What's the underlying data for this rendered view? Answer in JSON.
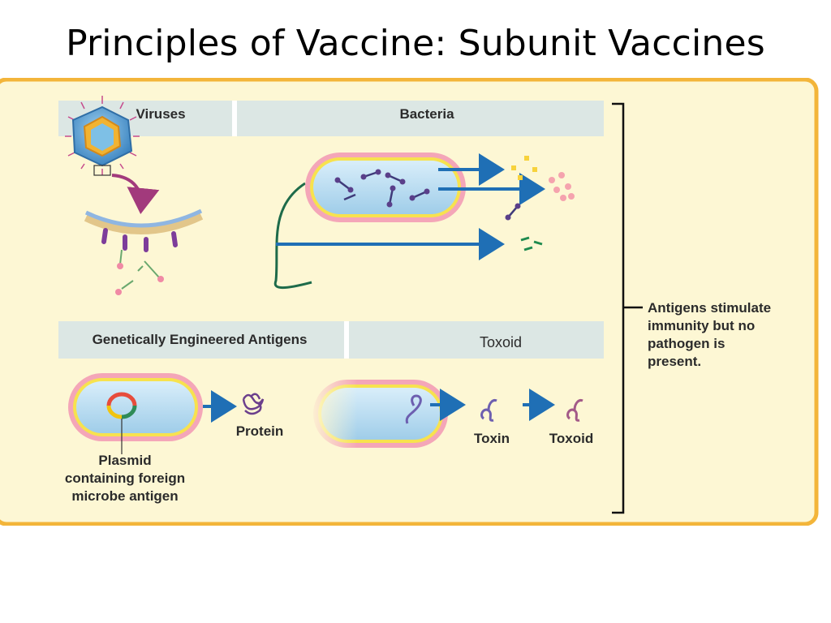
{
  "slide": {
    "title": "Principles of Vaccine: Subunit Vaccines"
  },
  "panels": {
    "viruses": "Viruses",
    "bacteria": "Bacteria",
    "genetically_engineered": "Genetically Engineered Antigens",
    "toxoid": "Toxoid"
  },
  "labels": {
    "protein": "Protein",
    "plasmid": [
      "Plasmid",
      "containing foreign",
      "microbe antigen"
    ],
    "toxin": "Toxin",
    "toxoid": "Toxoid"
  },
  "bracket_note": [
    "Antigens stimulate",
    "immunity but no",
    "pathogen is",
    "present."
  ],
  "colors": {
    "panel_background": "#fdf7d4",
    "panel_border": "#f3b53a",
    "header_bar": "#dce7e4",
    "arrow": "#1f6fb5",
    "cell_outer": "#f4a6b8",
    "cell_inner": "#bfe0f3"
  }
}
